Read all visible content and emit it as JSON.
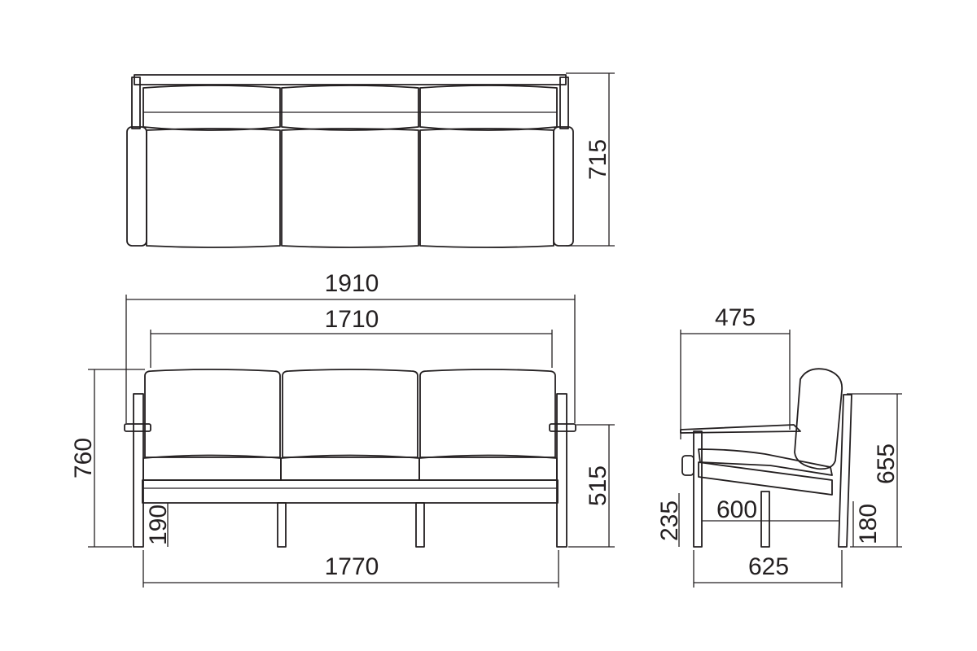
{
  "dimensions": {
    "top_depth": "715",
    "overall_width": "1910",
    "inner_width": "1710",
    "front_height": "760",
    "arm_height": "515",
    "leg_height": "190",
    "base_width": "1770",
    "side_seat_depth": "475",
    "side_height": "655",
    "side_seat_height": "235",
    "side_inner_depth": "600",
    "side_leg_height": "180",
    "side_depth": "625"
  },
  "colors": {
    "line": "#231f20",
    "background": "#ffffff"
  }
}
